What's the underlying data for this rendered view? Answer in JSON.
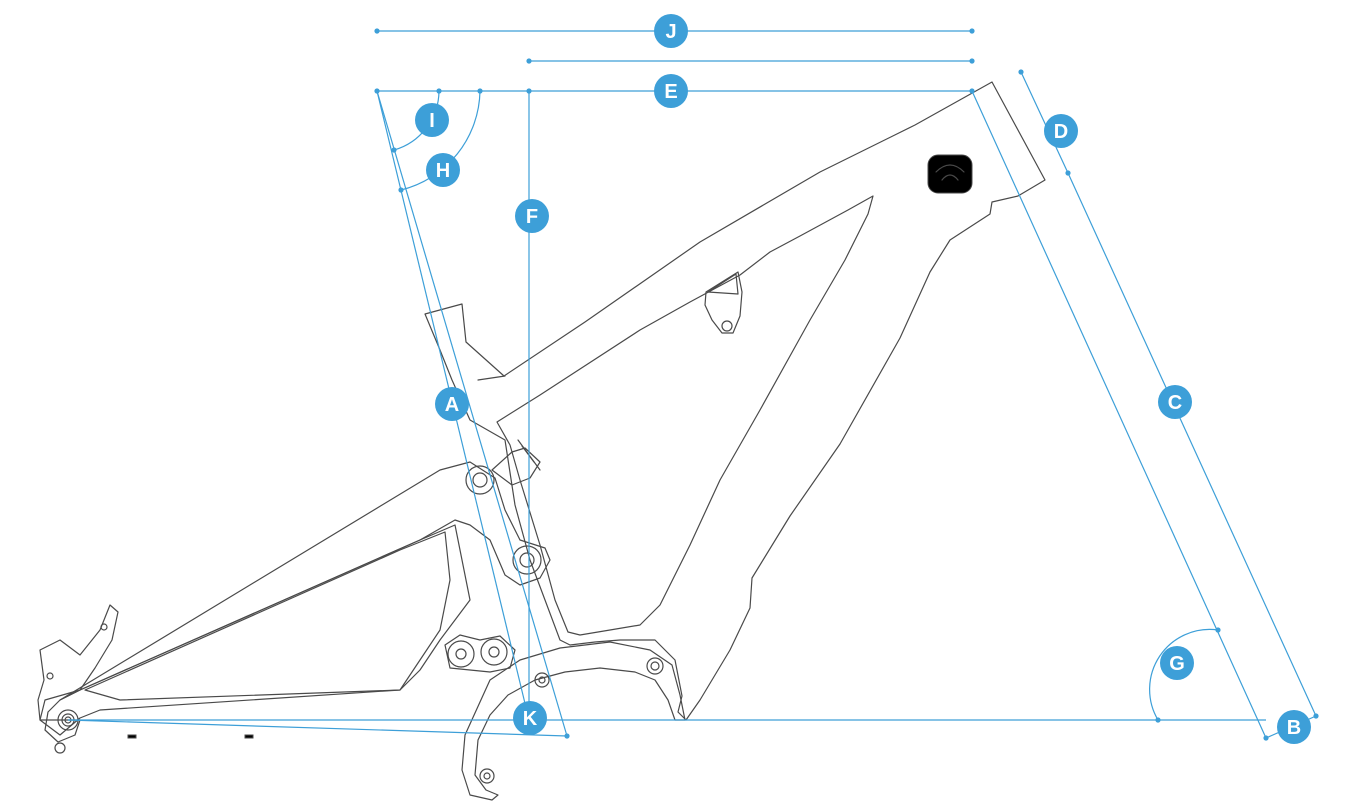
{
  "diagram": {
    "accent_color": "#3d9fd8",
    "line_color": "#4a4a4a",
    "labels": {
      "A": "A",
      "B": "B",
      "C": "C",
      "D": "D",
      "E": "E",
      "F": "F",
      "G": "G",
      "H": "H",
      "I": "I",
      "J": "J",
      "K": "K"
    }
  }
}
